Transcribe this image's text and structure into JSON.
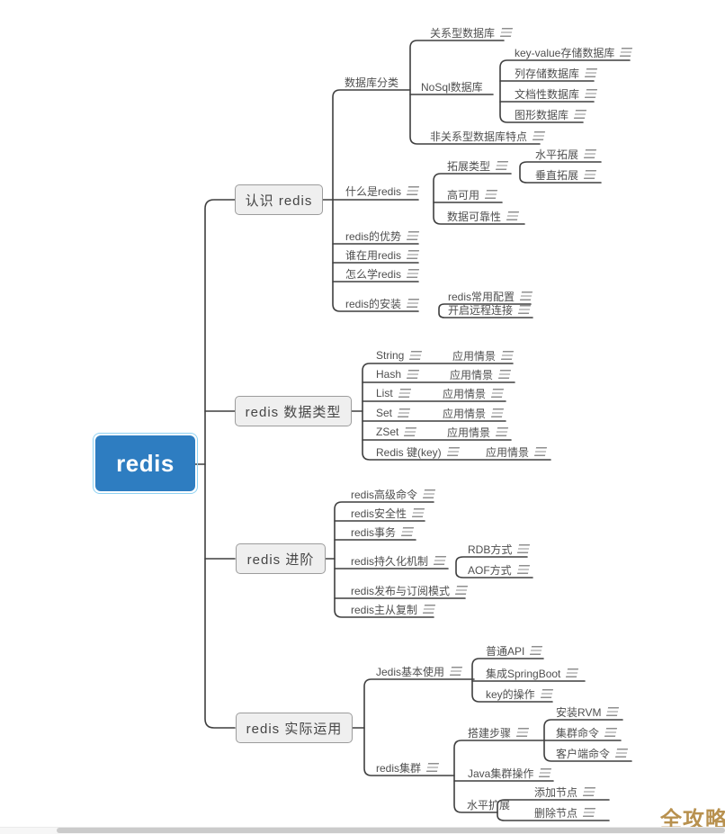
{
  "map": {
    "root": "redis",
    "b1": {
      "label": "认识 redis",
      "db": {
        "label": "数据库分类",
        "rel": "关系型数据库",
        "nosql": {
          "label": "NoSql数据库",
          "kv": "key-value存储数据库",
          "col": "列存储数据库",
          "doc": "文档性数据库",
          "graph": "图形数据库"
        },
        "nonrel": "非关系型数据库特点"
      },
      "what": {
        "label": "什么是redis",
        "expand": {
          "label": "拓展类型",
          "horizontal": "水平拓展",
          "vertical": "垂直拓展"
        },
        "ha": "高可用",
        "reliable": "数据可靠性"
      },
      "advantage": "redis的优势",
      "who": "谁在用redis",
      "how": "怎么学redis",
      "install": {
        "label": "redis的安装",
        "config": "redis常用配置",
        "remote": "开启远程连接"
      }
    },
    "b2": {
      "label": "redis 数据类型",
      "rows": [
        {
          "type": "String",
          "scene": "应用情景"
        },
        {
          "type": "Hash",
          "scene": "应用情景"
        },
        {
          "type": "List",
          "scene": "应用情景"
        },
        {
          "type": "Set",
          "scene": "应用情景"
        },
        {
          "type": "ZSet",
          "scene": "应用情景"
        },
        {
          "type": "Redis 键(key)",
          "scene": "应用情景"
        }
      ]
    },
    "b3": {
      "label": "redis 进阶",
      "advcmd": "redis高级命令",
      "security": "redis安全性",
      "trans": "redis事务",
      "persist": {
        "label": "redis持久化机制",
        "rdb": "RDB方式",
        "aof": "AOF方式"
      },
      "pubsub": "redis发布与订阅模式",
      "repl": "redis主从复制"
    },
    "b4": {
      "label": "redis 实际运用",
      "jedis": {
        "label": "Jedis基本使用",
        "api": "普通API",
        "springboot": "集成SpringBoot",
        "keyops": "key的操作"
      },
      "cluster": {
        "label": "redis集群",
        "setup": {
          "label": "搭建步骤",
          "rvm": "安装RVM",
          "ccmd": "集群命令",
          "clientcmd": "客户端命令"
        },
        "javaops": "Java集群操作",
        "hscale": {
          "label": "水平扩展",
          "add": "添加节点",
          "del": "删除节点"
        }
      }
    }
  },
  "watermark": "全攻略",
  "colors": {
    "root_fill": "#2e7dc1",
    "root_selection_border": "#8fd2f2",
    "branch_box_fill": "#efefef",
    "branch_box_border": "#9c9c9c",
    "line": "#3f3f3f",
    "leaf_text": "#4f4f4f",
    "watermark": "#b8914f"
  }
}
